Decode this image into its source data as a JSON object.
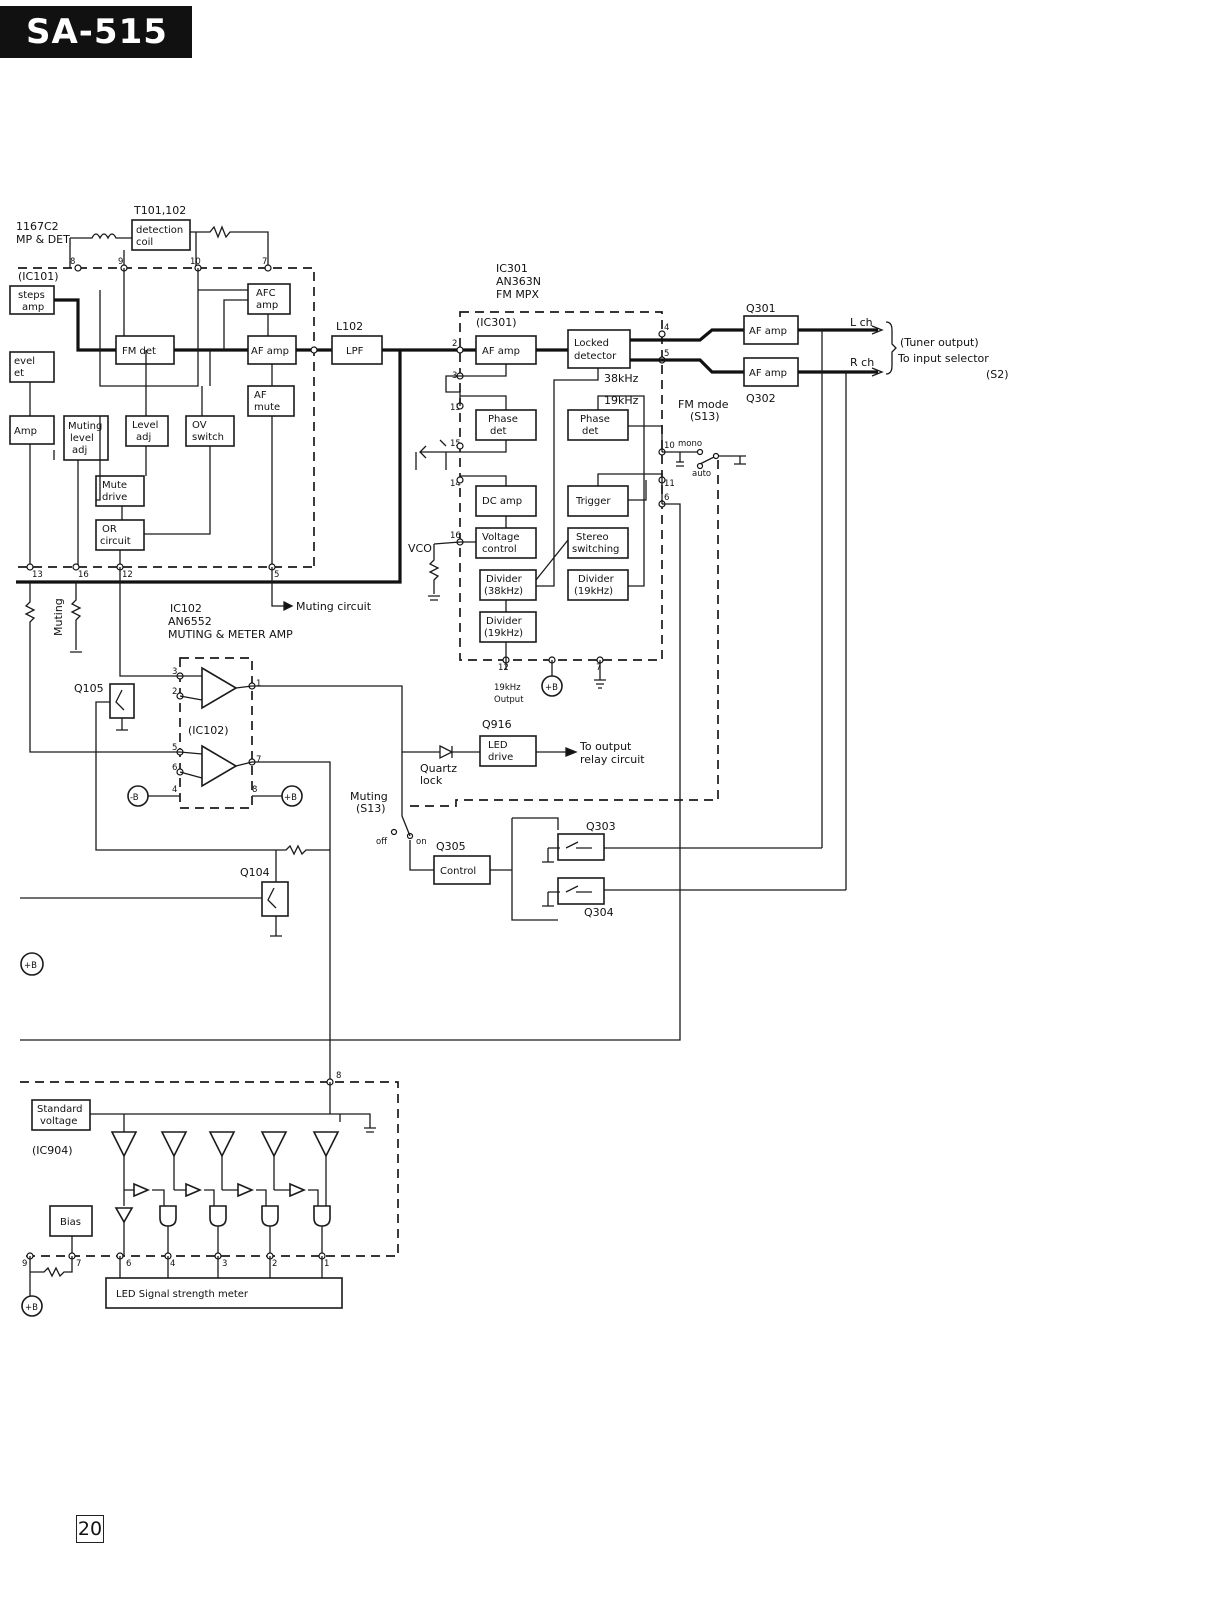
{
  "header": {
    "title": "SA-515"
  },
  "page_number": "20",
  "ic101": {
    "label_line1": "1167C2",
    "label_line2": "MP & DET",
    "tag": "(IC101)",
    "pins": [
      "8",
      "9",
      "10",
      "7",
      "13",
      "16",
      "12",
      "5"
    ],
    "blocks": {
      "steps": [
        "steps",
        "amp"
      ],
      "fm_det": [
        "FM det"
      ],
      "afc": [
        "AFC",
        "amp"
      ],
      "af_amp": [
        "AF amp"
      ],
      "af_mute": [
        "AF",
        "mute"
      ],
      "level_det": [
        "evel",
        "et"
      ],
      "amp": [
        "Amp"
      ],
      "muting_adj": [
        "Muting",
        "level",
        "adj"
      ],
      "level_adj": [
        "Level",
        "adj"
      ],
      "ov_switch": [
        "OV",
        "switch"
      ],
      "mute_drive": [
        "Mute",
        "drive"
      ],
      "or_circuit": [
        "OR",
        "circuit"
      ]
    }
  },
  "t101": {
    "label": "T101,102",
    "block": [
      "detection",
      "coil"
    ]
  },
  "l102": {
    "label": "L102",
    "block": "LPF"
  },
  "muting_circuit": "Muting circuit",
  "muting_vr": "Muting",
  "ic301": {
    "label_line1": "IC301",
    "label_line2": "AN363N",
    "label_line3": "FM MPX",
    "tag": "(IC301)",
    "pins": [
      "2",
      "4",
      "5",
      "3",
      "13",
      "15",
      "14",
      "16",
      "10",
      "11",
      "6",
      "12",
      "7"
    ],
    "blocks": {
      "af_amp": [
        "AF amp"
      ],
      "locked_det": [
        "Locked",
        "detector"
      ],
      "phase_det1": [
        "Phase",
        "det"
      ],
      "phase_det2": [
        "Phase",
        "det"
      ],
      "dc_amp": [
        "DC amp"
      ],
      "trigger": [
        "Trigger"
      ],
      "voltage_control": [
        "Voltage",
        "control"
      ],
      "stereo_switching": [
        "Stereo",
        "switching"
      ],
      "divider38": [
        "Divider",
        "(38kHz)"
      ],
      "divider19a": [
        "Divider",
        "(19kHz)"
      ],
      "divider19b": [
        "Divider",
        "(19kHz)"
      ]
    },
    "freq_38": "38kHz",
    "freq_19": "19kHz",
    "vco": "VCO",
    "output_19k": [
      "19kHz",
      "Output"
    ],
    "plus_b": "+B"
  },
  "q301": {
    "label": "Q301",
    "block": "AF amp"
  },
  "q302": {
    "label": "Q302",
    "block": "AF amp"
  },
  "lch": "L ch",
  "rch": "R ch",
  "tuner_output": [
    "(Tuner output)",
    "To input selector",
    "(S2)"
  ],
  "fm_mode": {
    "label": [
      "FM mode",
      "(S13)"
    ],
    "mono": "mono",
    "auto": "auto"
  },
  "ic102": {
    "label_line1": "IC102",
    "label_line2": "AN6552",
    "label_line3": "MUTING & METER AMP",
    "tag": "(IC102)",
    "pins": [
      "3",
      "2",
      "1",
      "5",
      "6",
      "7",
      "4",
      "8"
    ],
    "minus_b": "-B",
    "plus_b": "+B"
  },
  "q105": "Q105",
  "q104": "Q104",
  "q916": {
    "label": "Q916",
    "block": [
      "LED",
      "drive"
    ],
    "dest": [
      "To output",
      "relay circuit"
    ]
  },
  "quartz_lock": [
    "Quartz",
    "lock"
  ],
  "muting_switch": {
    "label": [
      "Muting",
      "(S13)"
    ],
    "off": "off",
    "on": "on"
  },
  "q305": {
    "label": "Q305",
    "block": "Control"
  },
  "q303": "Q303",
  "q304": "Q304",
  "plus_b_left": "+B",
  "ic904": {
    "tag": "(IC904)",
    "standard_voltage": [
      "Standard",
      "voltage"
    ],
    "bias": "Bias",
    "pins": [
      "8",
      "9",
      "7",
      "6",
      "4",
      "3",
      "2",
      "1"
    ],
    "meter": "LED Signal strength meter",
    "plus_b": "+B"
  }
}
